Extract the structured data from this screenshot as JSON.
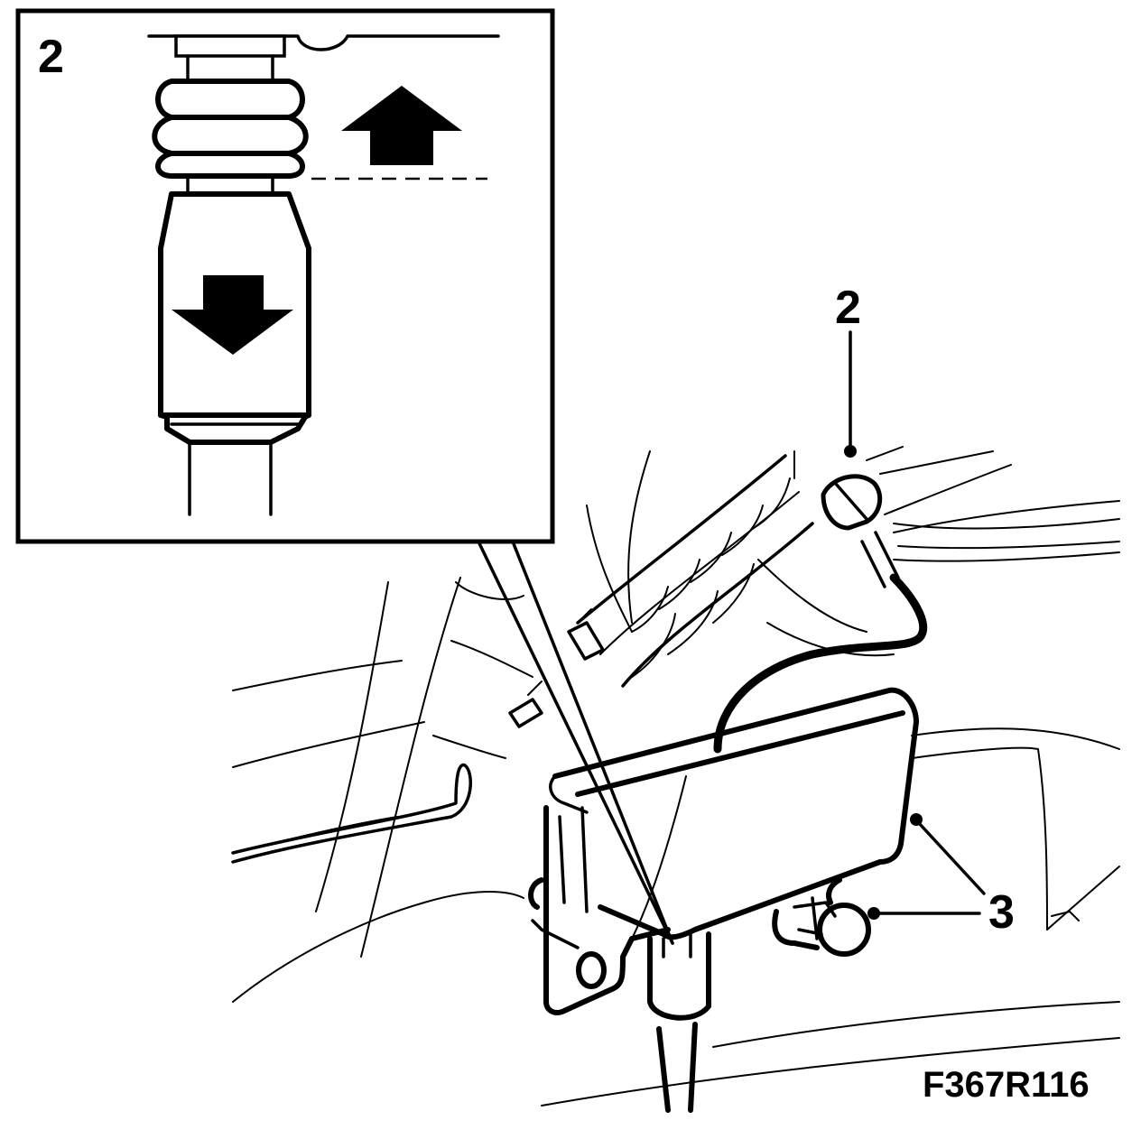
{
  "inset": {
    "label": "2",
    "arrows": {
      "up": "arrow-up-icon",
      "down": "arrow-down-icon"
    }
  },
  "callouts": {
    "item_2": "2",
    "item_3": "3"
  },
  "figure_id": "F367R116",
  "colors": {
    "ink": "#000000",
    "paper": "#ffffff"
  }
}
